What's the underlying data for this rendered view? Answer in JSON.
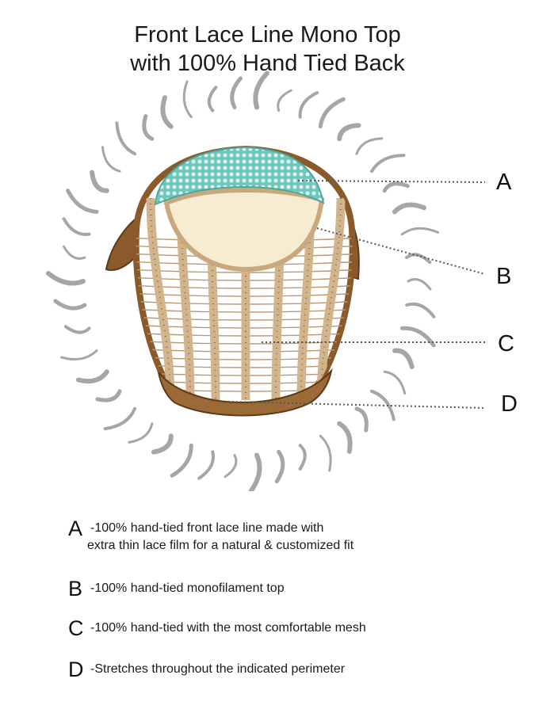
{
  "title": {
    "line1": "Front Lace Line Mono Top",
    "line2": "with 100% Hand Tied Back"
  },
  "callouts": [
    {
      "letter": "A"
    },
    {
      "letter": "B"
    },
    {
      "letter": "C"
    },
    {
      "letter": "D"
    }
  ],
  "legend": [
    {
      "letter": "A",
      "line1": "-100% hand-tied front lace line made with",
      "line2": "extra thin lace film for a natural & customized fit"
    },
    {
      "letter": "B",
      "line1": "-100% hand-tied monofilament top",
      "line2": ""
    },
    {
      "letter": "C",
      "line1": "-100% hand-tied with the most comfortable mesh",
      "line2": ""
    },
    {
      "letter": "D",
      "line1": "-Stretches throughout the indicated perimeter",
      "line2": ""
    }
  ],
  "colors": {
    "hair": "#9a9a9a",
    "lace": "#7fd1c7",
    "mono": "#f7ecd2",
    "frame": "#8a5a2b",
    "straps": "#d2b48c",
    "leader": "#555555"
  }
}
